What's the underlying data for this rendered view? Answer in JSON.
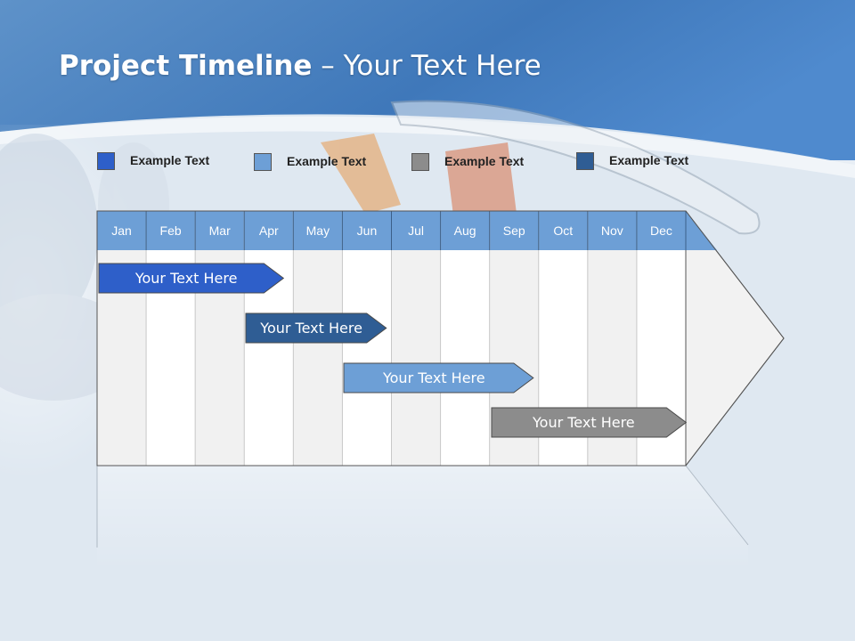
{
  "title": {
    "bold": "Project Timeline",
    "rest": " – Your Text Here"
  },
  "legend": [
    {
      "label": "Example Text",
      "color": "#2e5fc9"
    },
    {
      "label": "Example Text",
      "color": "#6d9fd6"
    },
    {
      "label": "Example Text",
      "color": "#8c8c8c"
    },
    {
      "label": "Example Text",
      "color": "#2f5d94"
    }
  ],
  "months": [
    "Jan",
    "Feb",
    "Mar",
    "Apr",
    "May",
    "Jun",
    "Jul",
    "Aug",
    "Sep",
    "Oct",
    "Nov",
    "Dec"
  ],
  "tasks": [
    {
      "label": "Your  Text Here",
      "start": 0,
      "end": 3.8,
      "color": "#2e5fc9"
    },
    {
      "label": "Your  Text Here",
      "start": 3,
      "end": 5.9,
      "color": "#2f5d94"
    },
    {
      "label": "Your  Text Here",
      "start": 5,
      "end": 8.9,
      "color": "#6d9fd6"
    },
    {
      "label": "Your  Text Here",
      "start": 8,
      "end": 12,
      "color": "#8c8c8c"
    }
  ],
  "colors": {
    "header": "#6d9fd6",
    "sky": "#4a82c3"
  }
}
